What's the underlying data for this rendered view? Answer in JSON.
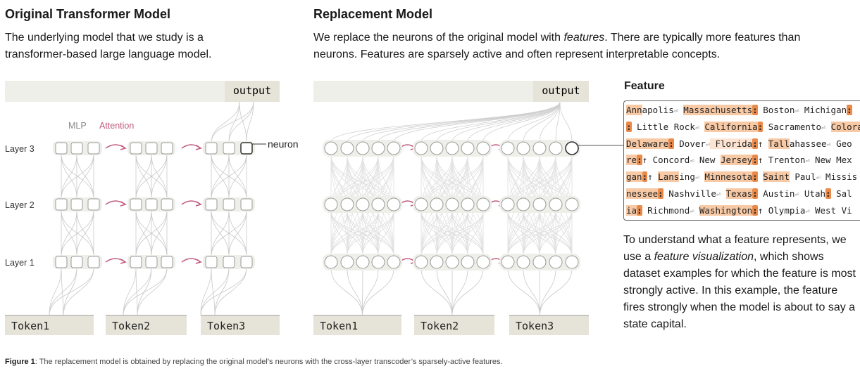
{
  "left": {
    "title": "Original Transformer Model",
    "desc": "The underlying model that we study is a transformer-based large language model."
  },
  "middle": {
    "title": "Replacement Model",
    "desc_before": "We replace the neurons of the original model with ",
    "desc_em": "features",
    "desc_after": ". There are typically more features than neurons. Features are sparsely active and often represent interpretable concepts."
  },
  "diagram": {
    "output_label": "output",
    "mlp_label": "MLP",
    "attention_label": "Attention",
    "neuron_label": "neuron",
    "layers": [
      "Layer 3",
      "Layer 2",
      "Layer 1"
    ],
    "tokens": [
      "Token1",
      "Token2",
      "Token3"
    ]
  },
  "feature": {
    "title": "Feature",
    "rows": [
      [
        [
          "Ann",
          "hl"
        ],
        [
          "apolis",
          ""
        ],
        [
          "⏎",
          "ret"
        ],
        [
          " ",
          ""
        ],
        [
          "Massachusetts",
          "hl"
        ],
        [
          ":",
          "hb"
        ],
        [
          " Boston",
          ""
        ],
        [
          "⏎",
          "ret"
        ],
        [
          " Michigan",
          ""
        ],
        [
          ":",
          "hb"
        ]
      ],
      [
        [
          ":",
          "hb"
        ],
        [
          " Little Rock",
          ""
        ],
        [
          "⏎",
          "ret"
        ],
        [
          " ",
          ""
        ],
        [
          "California",
          "hl"
        ],
        [
          ":",
          "hb"
        ],
        [
          " Sacramento",
          ""
        ],
        [
          "⏎",
          "ret"
        ],
        [
          " ",
          ""
        ],
        [
          "Colora",
          "hl"
        ]
      ],
      [
        [
          "Delaware",
          "hl"
        ],
        [
          ":",
          "hb"
        ],
        [
          " Dover",
          ""
        ],
        [
          "⏎",
          "ret"
        ],
        [
          " Florida",
          "hlS"
        ],
        [
          ":",
          "hb"
        ],
        [
          "↑ ",
          ""
        ],
        [
          "Tall",
          "hl"
        ],
        [
          "ahassee",
          ""
        ],
        [
          "⏎",
          "ret"
        ],
        [
          " Geo",
          ""
        ]
      ],
      [
        [
          "re",
          "hl"
        ],
        [
          ":",
          "hb"
        ],
        [
          "↑ Concord",
          ""
        ],
        [
          "⏎",
          "ret"
        ],
        [
          " New ",
          ""
        ],
        [
          "Jersey",
          "hl"
        ],
        [
          ":",
          "hb"
        ],
        [
          "↑ Trenton",
          ""
        ],
        [
          "⏎",
          "ret"
        ],
        [
          " New Mex",
          ""
        ]
      ],
      [
        [
          "gan",
          "hl"
        ],
        [
          ":",
          "hb"
        ],
        [
          "↑ ",
          ""
        ],
        [
          "Lans",
          "hl"
        ],
        [
          "ing",
          ""
        ],
        [
          "⏎",
          "ret"
        ],
        [
          " ",
          ""
        ],
        [
          "Minnesota",
          "hl"
        ],
        [
          ":",
          "hb"
        ],
        [
          " ",
          ""
        ],
        [
          "Saint",
          "hl"
        ],
        [
          " Paul",
          ""
        ],
        [
          "⏎",
          "ret"
        ],
        [
          " Missis",
          ""
        ]
      ],
      [
        [
          "nessee",
          "hl"
        ],
        [
          ":",
          "hb"
        ],
        [
          " Nashville",
          ""
        ],
        [
          "⏎",
          "ret"
        ],
        [
          " ",
          ""
        ],
        [
          "Texas",
          "hl"
        ],
        [
          ":",
          "hb"
        ],
        [
          " Austin",
          ""
        ],
        [
          "⏎",
          "ret"
        ],
        [
          " Utah",
          ""
        ],
        [
          ":",
          "hb"
        ],
        [
          " Sal",
          ""
        ]
      ],
      [
        [
          "ia",
          "hl"
        ],
        [
          ":",
          "hb"
        ],
        [
          " Richmond",
          ""
        ],
        [
          "⏎",
          "ret"
        ],
        [
          " ",
          ""
        ],
        [
          "Washington",
          "hl"
        ],
        [
          ":",
          "hb"
        ],
        [
          "↑ Olymp",
          ""
        ],
        [
          "ia",
          ""
        ],
        [
          "⏎",
          "ret"
        ],
        [
          " West Vi",
          ""
        ]
      ]
    ]
  },
  "explain": {
    "before": "To understand what a feature represents, we use a ",
    "em": "feature visualization",
    "after": ", which shows dataset examples for which the feature is most strongly active. In this example, the feature fires strongly when the model is about to say a state capital."
  },
  "caption": {
    "bold": "Figure 1",
    "text": ": The replacement model is obtained by replacing the original model’s neurons with the cross-layer transcoder’s sparsely-active features."
  },
  "colors": {
    "attention": "#c0587e",
    "node_fill": "#ffffff",
    "node_stroke": "#999999",
    "band": "#efefea",
    "highlight": "#f8c9a5"
  }
}
